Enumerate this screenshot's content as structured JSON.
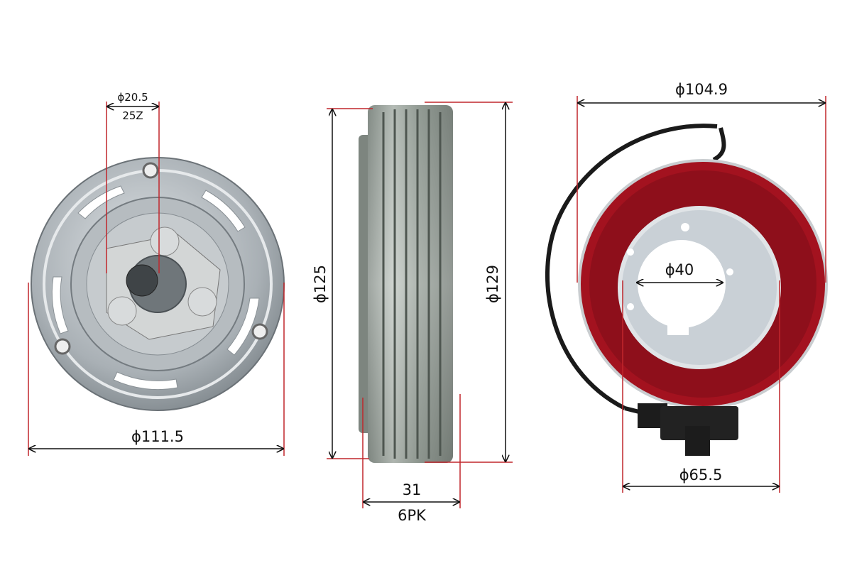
{
  "colors": {
    "extension_line": "#c0262c",
    "dimension_line": "#111111",
    "coil_red": "#a3121f",
    "metal": "#a9b0b5"
  },
  "parts": {
    "clutch_plate": {
      "bore_diameter": "ϕ20.5",
      "spline_teeth": "25Z",
      "outer_diameter": "ϕ111.5"
    },
    "pulley": {
      "groove_diameter": "ϕ125",
      "outer_diameter": "ϕ129",
      "width": "31",
      "belt_type": "6PK"
    },
    "coil": {
      "outer_diameter": "ϕ104.9",
      "inner_bore": "ϕ40",
      "inner_diameter": "ϕ65.5"
    }
  }
}
